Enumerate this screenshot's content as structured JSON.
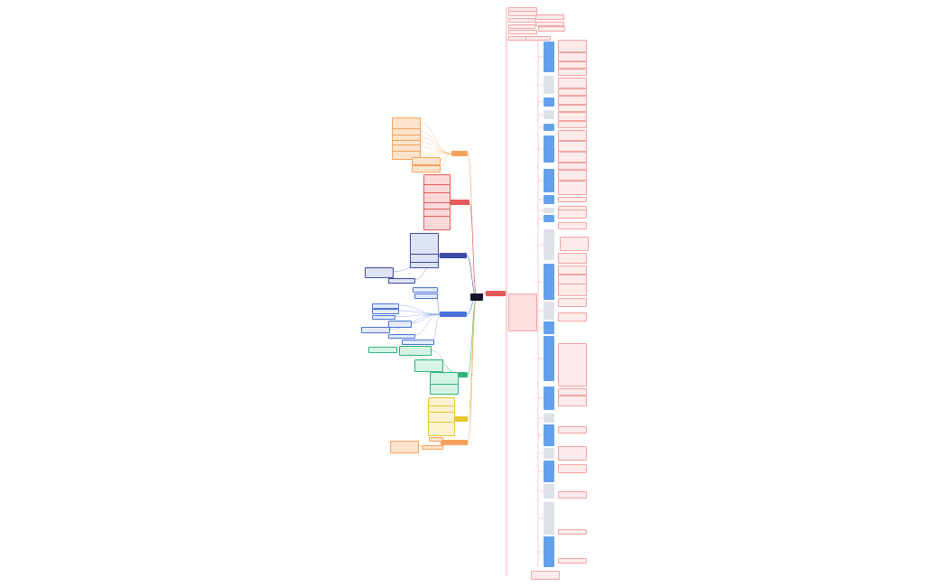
{
  "root": {
    "label": ""
  },
  "branches": [
    {
      "id": "b-orange-top",
      "label": "",
      "color": "#f6a15a",
      "fill": "#fde3cc"
    },
    {
      "id": "b-red-left",
      "label": "",
      "color": "#e85a5a",
      "fill": "#fcd9d9"
    },
    {
      "id": "b-navy",
      "label": "",
      "color": "#3b4aa6",
      "fill": "#dfe3f6"
    },
    {
      "id": "b-blue",
      "label": "",
      "color": "#4a73d9",
      "fill": "#e3ebfb"
    },
    {
      "id": "b-green",
      "label": "",
      "color": "#2fb37a",
      "fill": "#d6f3e6"
    },
    {
      "id": "b-yellow",
      "label": "",
      "color": "#e8c52e",
      "fill": "#fbf3cf"
    },
    {
      "id": "b-orange-bottom",
      "label": "",
      "color": "#f6a15a",
      "fill": "#fde3cc"
    },
    {
      "id": "b-red-right",
      "label": "",
      "color": "#e85a5a",
      "fill": "#fcd9d9"
    }
  ],
  "colors": {
    "root": "#11162c",
    "image_blue": "#4a8fe8",
    "image_gray": "#d8dce4"
  }
}
